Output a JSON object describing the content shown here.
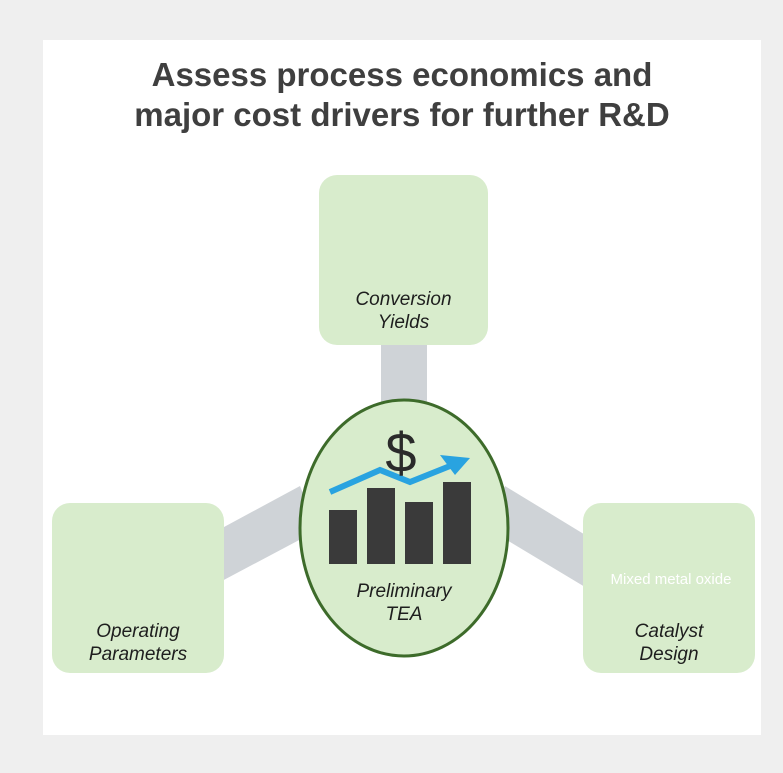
{
  "title": {
    "line1": "Assess process economics and",
    "line2": "major cost drivers for further R&D"
  },
  "nodes": {
    "center": {
      "line1": "Preliminary",
      "line2": "TEA",
      "symbol": "$"
    },
    "top": {
      "line1": "Conversion",
      "line2": "Yields"
    },
    "left": {
      "line1": "Operating",
      "line2": "Parameters"
    },
    "right": {
      "line1": "Catalyst",
      "line2": "Design",
      "band_text": "Mixed metal oxide"
    }
  },
  "colors": {
    "background": "#efefef",
    "card_fill": "#d8eccc",
    "connector": "#cfd3d7",
    "center_border": "#3d6b2a",
    "bars": "#3a3a3a",
    "arrow": "#29a3e0",
    "pie_main": "#4a4d52",
    "pie_green": "#1f8a1f",
    "pie_orange": "#f5a21b",
    "pie_red": "#b33a12",
    "sphere_green": "#0c8a3a",
    "sphere_orange": "#f37a2a",
    "band_blue": "#2b5aa6"
  }
}
